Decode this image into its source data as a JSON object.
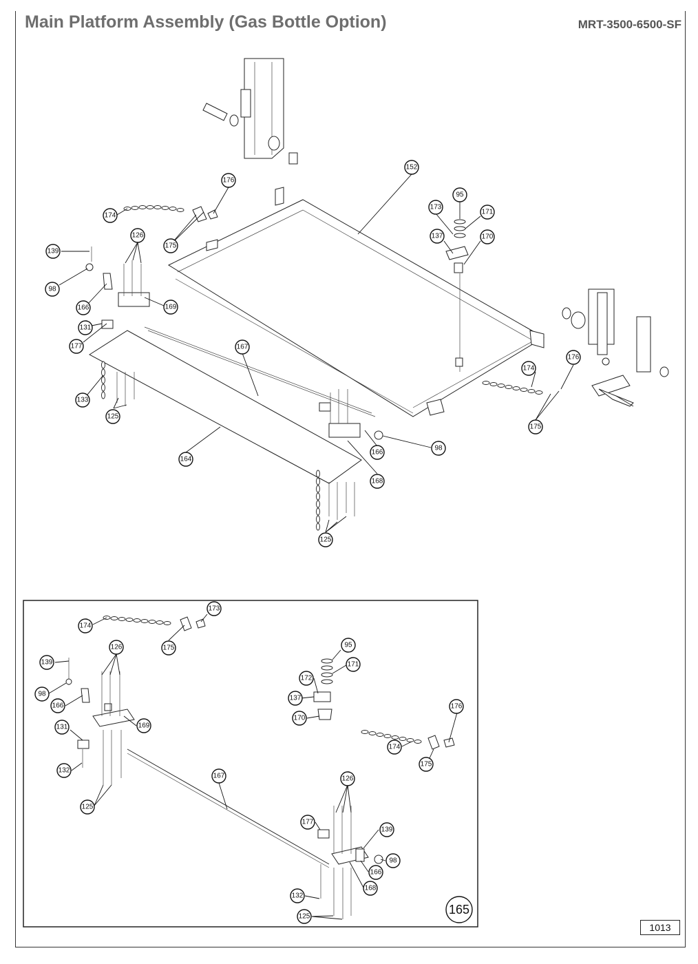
{
  "header": {
    "title": "Main Platform Assembly (Gas Bottle Option)",
    "model": "MRT-3500-6500-SF"
  },
  "footer": {
    "page_number": "1013"
  },
  "inset": {
    "group_number": "165"
  },
  "main_callouts": [
    "176",
    "152",
    "95",
    "173",
    "171",
    "174",
    "137",
    "170",
    "139",
    "126",
    "175",
    "98",
    "166",
    "169",
    "131",
    "177",
    "167",
    "176",
    "174",
    "133",
    "125",
    "175",
    "98",
    "166",
    "164",
    "168",
    "125"
  ],
  "inset_callouts": [
    "173",
    "174",
    "175",
    "126",
    "139",
    "95",
    "171",
    "98",
    "172",
    "137",
    "166",
    "169",
    "170",
    "176",
    "131",
    "174",
    "175",
    "132",
    "167",
    "125",
    "126",
    "177",
    "139",
    "98",
    "166",
    "168",
    "132",
    "125"
  ]
}
